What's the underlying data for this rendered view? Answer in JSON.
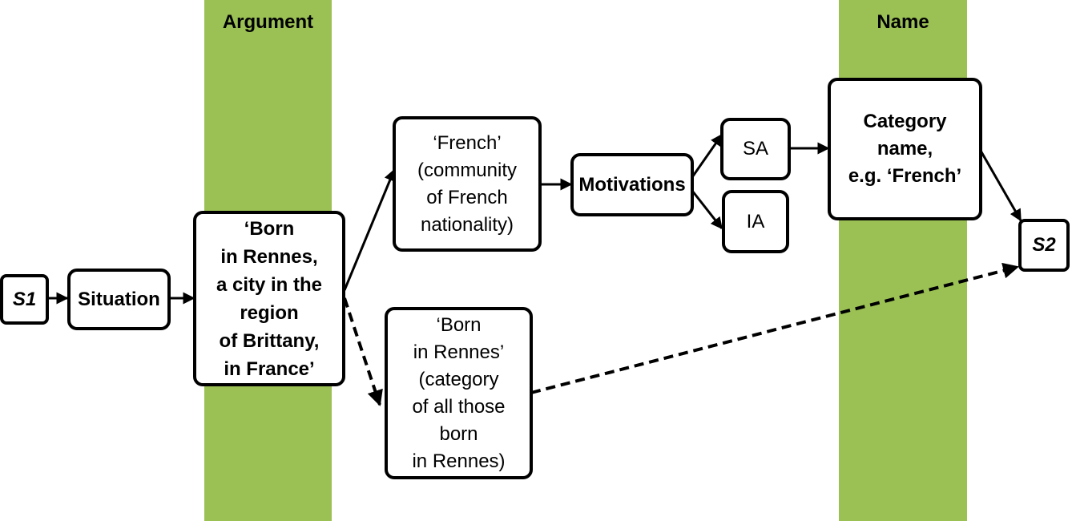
{
  "bands": {
    "argument": {
      "label": "Argument"
    },
    "name": {
      "label": "Name"
    }
  },
  "nodes": {
    "s1": {
      "lines": [
        "S1"
      ]
    },
    "situation": {
      "lines": [
        "Situation"
      ]
    },
    "born_full": {
      "lines": [
        "‘Born",
        "in Rennes,",
        "a city in the",
        "region",
        "of Brittany,",
        "in France’"
      ]
    },
    "french": {
      "lines": [
        "‘French’",
        "(community",
        "of French",
        "nationality)"
      ]
    },
    "born_rennes": {
      "lines": [
        "‘Born",
        "in Rennes’",
        "(category",
        "of all those",
        "born",
        "in Rennes)"
      ]
    },
    "motivations": {
      "lines": [
        "Motivations"
      ]
    },
    "sa": {
      "lines": [
        "SA"
      ]
    },
    "ia": {
      "lines": [
        "IA"
      ]
    },
    "category_name": {
      "lines": [
        "Category",
        "name,",
        "e.g. ‘French’"
      ]
    },
    "s2": {
      "lines": [
        "S2"
      ]
    }
  },
  "colors": {
    "band": "#9bc054",
    "stroke": "#000000",
    "background": "#ffffff"
  }
}
